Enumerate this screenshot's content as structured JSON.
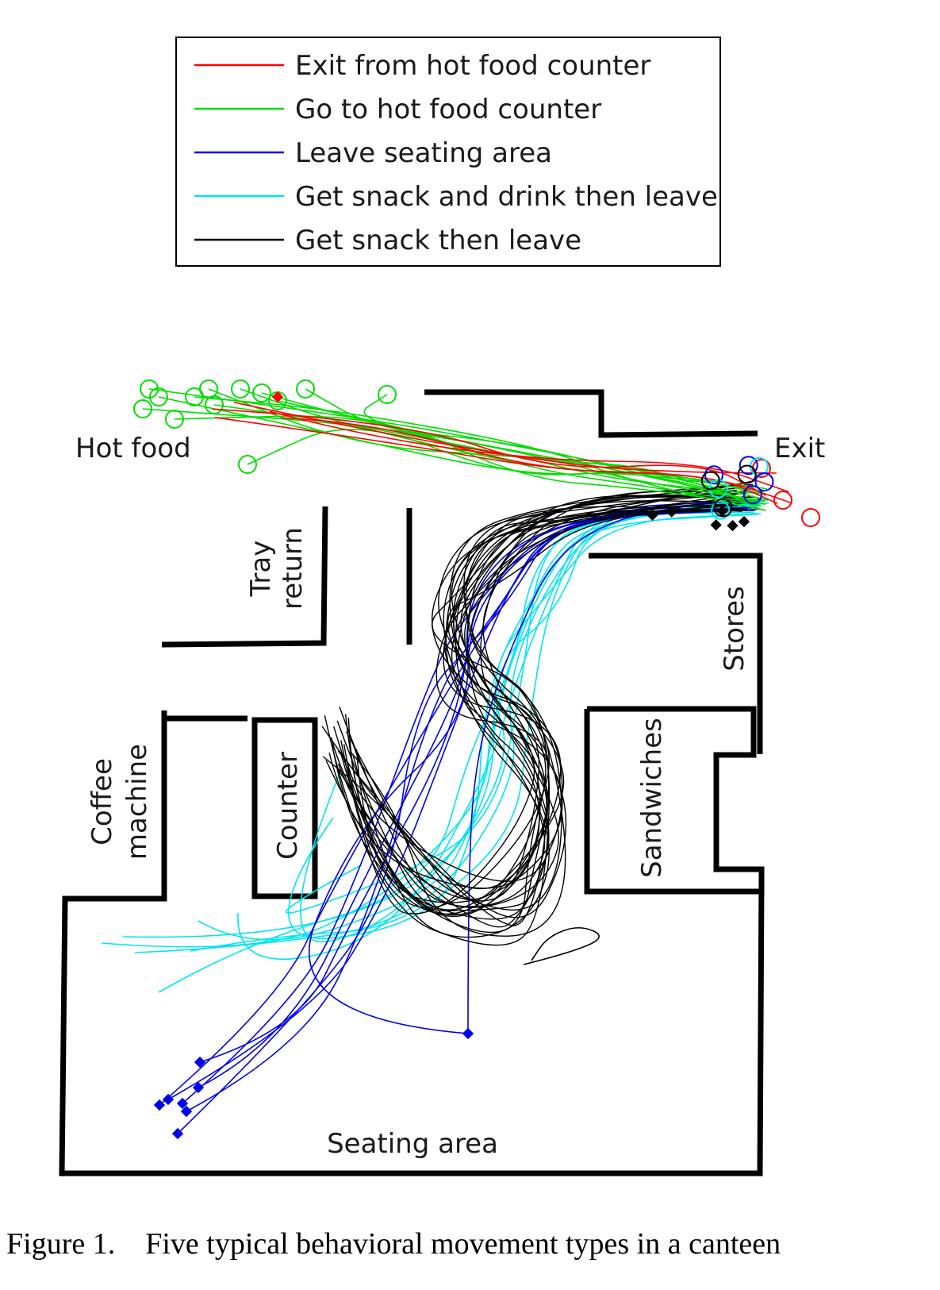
{
  "legend": {
    "items": [
      {
        "label": "Exit from hot food counter",
        "color": "#ff0000"
      },
      {
        "label": "Go to hot food counter",
        "color": "#00dd00"
      },
      {
        "label": "Leave seating area",
        "color": "#0000ee"
      },
      {
        "label": "Get snack and drink then leave",
        "color": "#00e5ee"
      },
      {
        "label": "Get snack then leave",
        "color": "#000000"
      }
    ]
  },
  "labels": {
    "hot_food": "Hot food",
    "exit": "Exit",
    "tray_1": "Tray",
    "tray_2": "return",
    "stores": "Stores",
    "coffee_1": "Coffee",
    "coffee_2": "machine",
    "counter": "Counter",
    "sandwiches": "Sandwiches",
    "seating": "Seating area"
  },
  "caption": "Figure 1.    Five typical behavioral movement types in a canteen"
}
